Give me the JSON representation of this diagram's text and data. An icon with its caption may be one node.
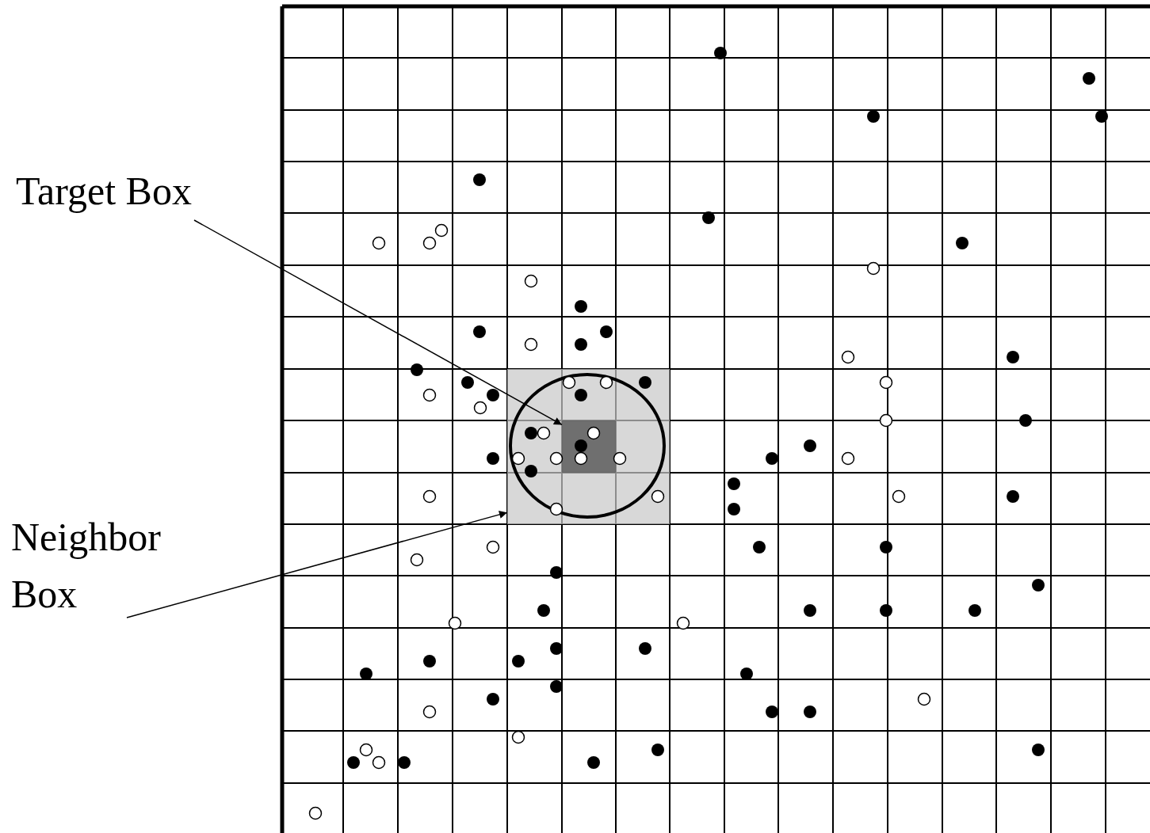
{
  "diagram": {
    "nodes": [
      {
        "text": [
          "Target Box"
        ]
      },
      {
        "text": [
          "Neighbor Box"
        ]
      },
      {
        "text": [],
        "shape": "box"
      },
      {
        "text": [],
        "shape": "box",
        "in": 2
      }
    ],
    "edges": [
      {
        "from": 0,
        "to": 3,
        "arrow": "to"
      },
      {
        "from": 1,
        "to": 2,
        "arrow": "to"
      }
    ]
  }
}
